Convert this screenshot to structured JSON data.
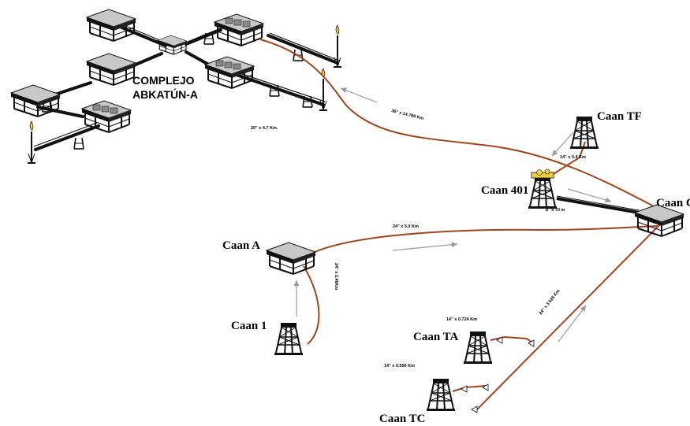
{
  "colors": {
    "pipeline": "#a0461e",
    "flow_arrow": "#9a9a9a",
    "deck": "#bdbdbd",
    "structure": "#111111",
    "flare": "#f0d040"
  },
  "complex": {
    "line1": "COMPLEJO",
    "line2": "ABKATÚN-A"
  },
  "platforms": {
    "caan_a": "Caan A",
    "caan_1": "Caan 1",
    "caan_ta": "Caan TA",
    "caan_tc": "Caan TC",
    "caan_tf": "Caan TF",
    "caan_401": "Caan 401",
    "caan_c": "Caan C"
  },
  "pipelines": {
    "main": "36\" x 14.789 Km",
    "complex_line": "20\" x 4.7 Km.",
    "tf_line": "14\" x 0.4 Km",
    "line_401": "8\" x 70 m",
    "a_to_c": "24\" x 5.0 Km",
    "one_to_a": "24\" x 2.46Km",
    "tc_to_c": "24\" x 3.526 Km",
    "ta_line": "14\" x 0.724 Km",
    "tc_line": "14\" x 0.506 Km"
  }
}
